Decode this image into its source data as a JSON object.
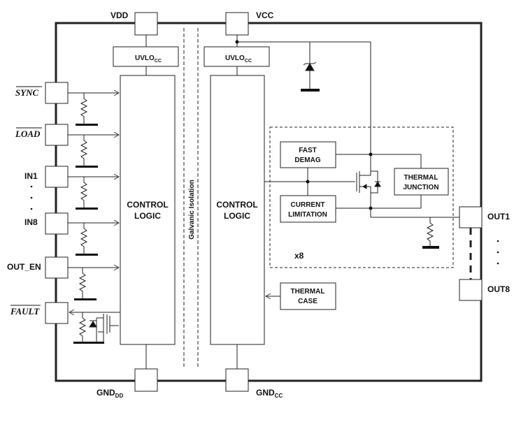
{
  "pins_top": {
    "vdd": "VDD",
    "vcc": "VCC"
  },
  "pins_bottom": {
    "gnd_dd": "GND",
    "gnd_dd_sub": "DD",
    "gnd_cc": "GND",
    "gnd_cc_sub": "CC"
  },
  "left_pins": {
    "sync": "SYNC",
    "load": "LOAD",
    "in1": "IN1",
    "in8": "IN8",
    "out_en": "OUT_EN",
    "fault": "FAULT"
  },
  "right_pins": {
    "out1": "OUT1",
    "out8": "OUT8"
  },
  "uvlo": {
    "text": "UVLO",
    "sub": "CC"
  },
  "control_logic": {
    "line1": "CONTROL",
    "line2": "LOGIC"
  },
  "isolation": "Galvanic Isolation",
  "blocks": {
    "fast_demag": [
      "FAST",
      "DEMAG"
    ],
    "current_limitation": [
      "CURRENT",
      "LIMITATION"
    ],
    "thermal_junction": [
      "THERMAL",
      "JUNCTION"
    ],
    "thermal_case": [
      "THERMAL",
      "CASE"
    ]
  },
  "multiplier": "x8"
}
